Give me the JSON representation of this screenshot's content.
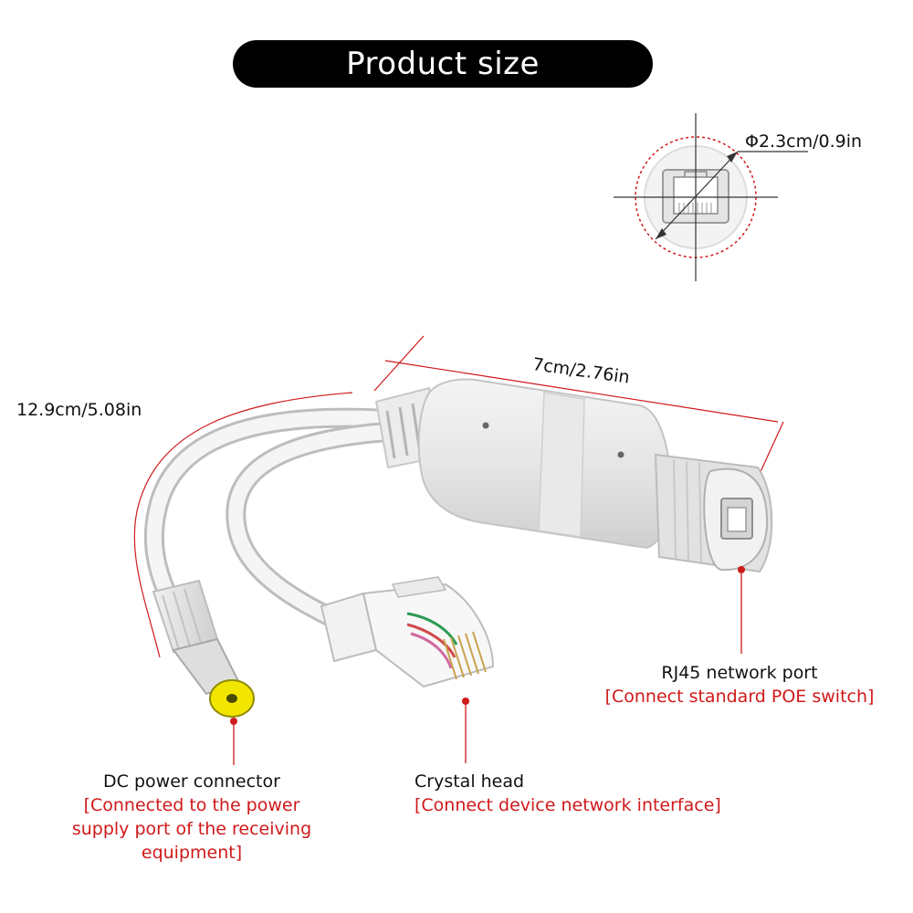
{
  "header": {
    "title": "Product size"
  },
  "dimensions": {
    "diameter": "Φ2.3cm/0.9in",
    "body_length": "7cm/2.76in",
    "cable_length": "12.9cm/5.08in"
  },
  "callouts": {
    "rj45": {
      "title": "RJ45 network port",
      "description": "[Connect standard POE switch]"
    },
    "crystal": {
      "title": "Crystal head",
      "description": "[Connect device network interface]"
    },
    "dc": {
      "title": "DC power connector",
      "description_lines": [
        "[Connected to the power",
        "supply port of the receiving",
        "equipment]"
      ]
    }
  },
  "colors": {
    "accent": "#d0191a",
    "banner": "#000000",
    "plug_tip": "#f2e600"
  }
}
